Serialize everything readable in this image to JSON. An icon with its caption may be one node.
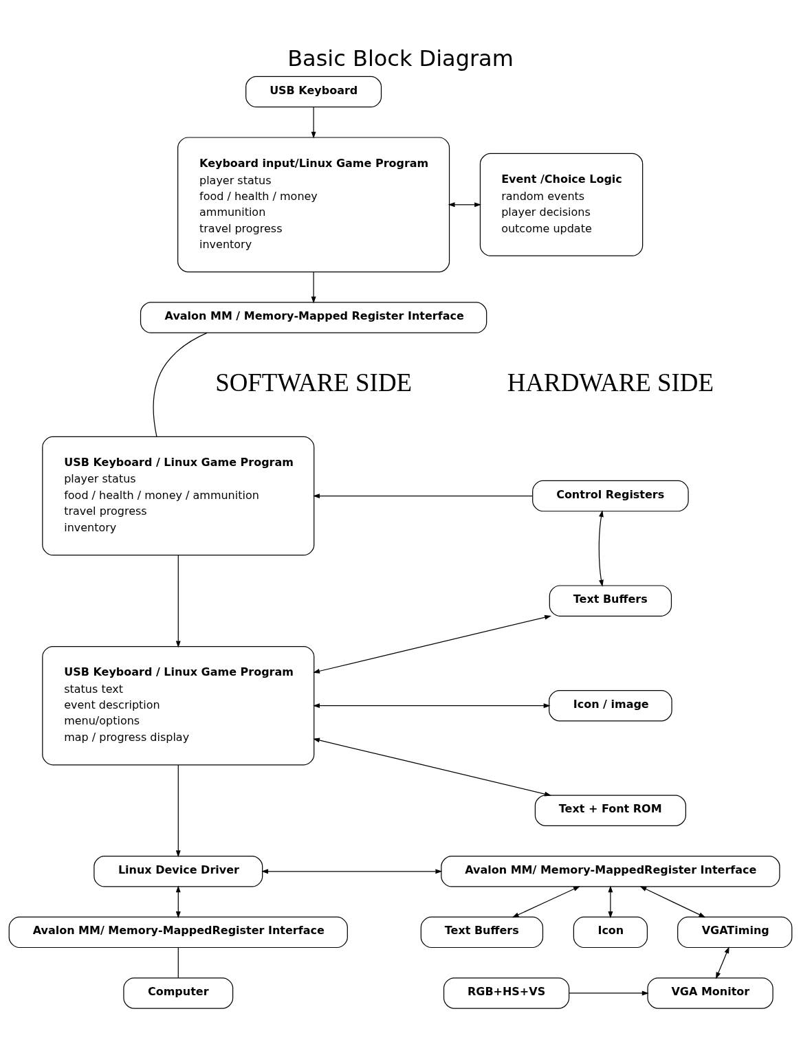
{
  "diagram": {
    "title": "Basic Block Diagram",
    "nodes": [
      {
        "text": [
          "USB Keyboard"
        ]
      },
      {
        "text": [
          "Keyboard input/Linux Game Program",
          "player status",
          "food / health / money",
          "ammunition",
          "travel progress",
          "inventory"
        ]
      },
      {
        "text": [
          "Event /Choice Logic",
          "random events",
          "player decisions",
          "outcome update"
        ]
      },
      {
        "text": [
          "Avalon MM / Memory-Mapped Register Interface"
        ]
      },
      {
        "text": [
          "USB Keyboard / Linux Game Program",
          "player status",
          "food / health / money / ammunition",
          "travel progress",
          "inventory"
        ]
      },
      {
        "text": [
          "Control Registers"
        ]
      },
      {
        "text": [
          "USB Keyboard / Linux Game Program",
          "status text",
          "event description",
          "menu/options",
          "map / progress display"
        ]
      },
      {
        "text": [
          "Text Buffers"
        ]
      },
      {
        "text": [
          "Icon / image"
        ]
      },
      {
        "text": [
          "Text + Font ROM"
        ]
      },
      {
        "text": [
          "Linux Device Driver"
        ]
      },
      {
        "text": [
          "Avalon MM/ Memory-MappedRegister Interface"
        ]
      },
      {
        "text": [
          "Avalon MM/ Memory-MappedRegister Interface"
        ]
      },
      {
        "text": [
          "Text Buffers"
        ]
      },
      {
        "text": [
          "Icon"
        ]
      },
      {
        "text": [
          "VGATiming"
        ]
      },
      {
        "text": [
          "Computer"
        ]
      },
      {
        "text": [
          "RGB+HS+VS"
        ]
      },
      {
        "text": [
          "VGA Monitor"
        ]
      }
    ],
    "edges": [
      {
        "from": 0,
        "to": 1,
        "arrow": "to"
      },
      {
        "from": 1,
        "to": 2,
        "arrow": "both"
      },
      {
        "from": 1,
        "to": 3,
        "arrow": "to"
      },
      {
        "from": 3,
        "to": 4,
        "arrow": "none"
      },
      {
        "from": 5,
        "to": 4,
        "arrow": "to"
      },
      {
        "from": 5,
        "to": 7,
        "arrow": "both"
      },
      {
        "from": 4,
        "to": 6,
        "arrow": "to"
      },
      {
        "from": 7,
        "to": 6,
        "arrow": "both"
      },
      {
        "from": 8,
        "to": 6,
        "arrow": "both"
      },
      {
        "from": 9,
        "to": 6,
        "arrow": "both"
      },
      {
        "from": 6,
        "to": 10,
        "arrow": "to"
      },
      {
        "from": 11,
        "to": 10,
        "arrow": "both"
      },
      {
        "from": 10,
        "to": 12,
        "arrow": "both"
      },
      {
        "from": 12,
        "to": 16,
        "arrow": "none"
      },
      {
        "from": 11,
        "to": 13,
        "arrow": "both"
      },
      {
        "from": 11,
        "to": 14,
        "arrow": "both"
      },
      {
        "from": 11,
        "to": 15,
        "arrow": "both"
      },
      {
        "from": 15,
        "to": 18,
        "arrow": "both"
      },
      {
        "from": 17,
        "to": 18,
        "arrow": "to"
      }
    ],
    "labels": [
      "SOFTWARE SIDE",
      "HARDWARE SIDE"
    ]
  }
}
